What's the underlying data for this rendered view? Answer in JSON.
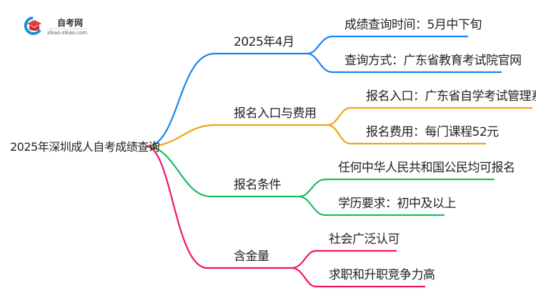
{
  "logo": {
    "title": "自考网",
    "url": "zikao-zikao.com"
  },
  "root": "2025年深圳成人自考成绩查询",
  "branches": [
    {
      "label": "2025年4月",
      "color": "#1a82f5",
      "children": [
        "成绩查询时间：5月中下旬",
        "查询方式：广东省教育考试院官网"
      ]
    },
    {
      "label": "报名入口与费用",
      "color": "#f0a416",
      "children": [
        "报名入口：广东省自学考试管理系统",
        "报名费用：每门课程52元"
      ]
    },
    {
      "label": "报名条件",
      "color": "#1dbb63",
      "children": [
        "任何中华人民共和国公民均可报名",
        "学历要求：初中及以上"
      ]
    },
    {
      "label": "含金量",
      "color": "#f0156b",
      "children": [
        "社会广泛认可",
        "求职和升职竞争力高"
      ]
    }
  ]
}
